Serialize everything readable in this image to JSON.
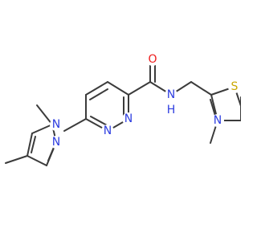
{
  "colors": {
    "bond": "#3b3b3b",
    "nitrogen": "#2d3de0",
    "oxygen": "#ee1c1c",
    "sulfur": "#c9a800",
    "background": "#ffffff"
  },
  "atoms": {
    "carbonyl_oxygen": "O",
    "amide_nitrogen": "N",
    "amide_hydrogen": "H",
    "pyridazine_n1": "N",
    "pyridazine_n2": "N",
    "pyrazole_n1": "N",
    "pyrazole_n2": "N",
    "thiazole_sulfur": "S",
    "thiazole_nitrogen": "N"
  }
}
